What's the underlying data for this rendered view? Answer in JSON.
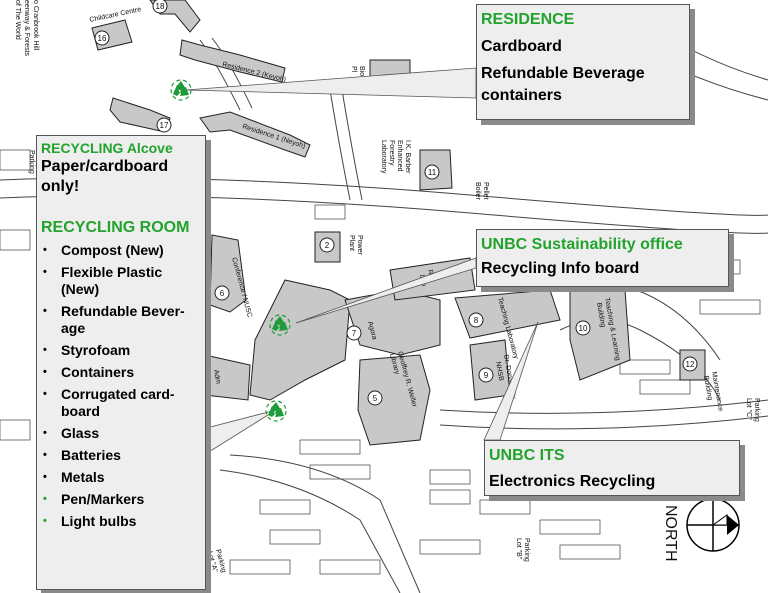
{
  "map": {
    "labels": {
      "cranbrook": "o Cranbrook Hill",
      "greenway": "eenway & Forests",
      "of_the_world": "of The World",
      "childcare": "Childcare Centre",
      "residence2": "Residence 2 (Keyoh)",
      "residence1": "Residence 1 (Neyoh)",
      "bio_e": "Bio E",
      "bio_e2": "Pl",
      "ik_barber": "I.K. Barber",
      "enhanced": "Enhanced",
      "forestry": "Forestry",
      "laboratory": "Laboratory",
      "pellet": "Pellet",
      "boiler": "Boiler",
      "power": "Power",
      "plant": "Plant",
      "conference": "Conference / NUSC",
      "agora": "Agora",
      "weller1": "Geoffrey R. Weller",
      "weller2": "Library",
      "teaching_lab": "Teaching Laboratory",
      "teaching_learning1": "Teaching & Learning",
      "teaching_learning2": "Building",
      "rix1": "Dr. Donald Rix",
      "rix2": "NHSB",
      "maintenance1": "Maintenance",
      "maintenance2": "Building",
      "parking": "Parking",
      "lot_c": "Lot \"C\"",
      "lot_b": "Lot \"B\"",
      "lot_a": "Lot \"A\"",
      "adm": "Adm",
      "research": "Re",
      "lab": "Lab",
      "north": "NORTH"
    },
    "building_numbers": {
      "b18": "18",
      "b16": "16",
      "b17": "17",
      "b11": "11",
      "b2": "2",
      "b6": "6",
      "b7": "7",
      "b5": "5",
      "b8": "8",
      "b9": "9",
      "b10": "10",
      "b12": "12"
    },
    "recycle_icon": "recycle-icon",
    "compass_icon": "north-arrow-icon"
  },
  "callouts": {
    "residence": {
      "heading": "RESIDENCE",
      "item1": "Cardboard",
      "item2": "Refundable Beverage containers"
    },
    "alcove": {
      "heading": "RECYCLING Alcove",
      "text": "Paper/cardboard only!"
    },
    "room": {
      "heading": "RECYCLING ROOM",
      "items": [
        "Compost (New)",
        "Flexible Plastic (New)",
        "Refundable Bever-age",
        "Styrofoam",
        "Containers",
        "Corrugated card-board",
        "Glass",
        "Batteries",
        "Metals",
        "Pen/Markers",
        "Light bulbs"
      ]
    },
    "sustainability": {
      "heading": "UNBC Sustainability office",
      "text": "Recycling Info board"
    },
    "its": {
      "heading": "UNBC ITS",
      "text": "Electronics Recycling"
    }
  },
  "colors": {
    "heading_green": "#22a32c",
    "recycle_green": "#1e9b3a",
    "building_gray": "#c8c8c8",
    "callout_bg": "#eeeeee"
  }
}
